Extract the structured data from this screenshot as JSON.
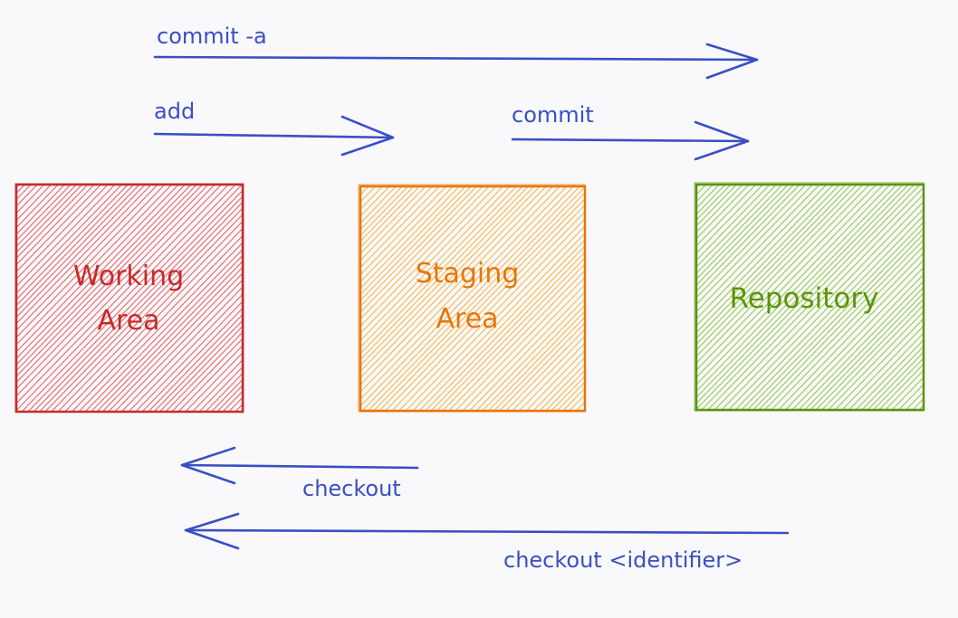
{
  "diagram": {
    "background": "#f9f9fb",
    "arrow_color": "#3a4fc4",
    "areas": [
      {
        "id": "working",
        "lines": [
          "Working",
          "Area"
        ],
        "stroke": "#c92a2a",
        "hatch": "#e8585b"
      },
      {
        "id": "staging",
        "lines": [
          "Staging",
          "Area"
        ],
        "stroke": "#e8760a",
        "hatch": "#f5b23a"
      },
      {
        "id": "repository",
        "lines": [
          "Repository"
        ],
        "stroke": "#5c940d",
        "hatch": "#8cc63f"
      }
    ],
    "arrows": [
      {
        "id": "commit-a",
        "label": "commit -a",
        "from": "working",
        "to": "repository",
        "direction": "right"
      },
      {
        "id": "add",
        "label": "add",
        "from": "working",
        "to": "staging",
        "direction": "right"
      },
      {
        "id": "commit",
        "label": "commit",
        "from": "staging",
        "to": "repository",
        "direction": "right"
      },
      {
        "id": "checkout",
        "label": "checkout",
        "from": "staging",
        "to": "working",
        "direction": "left"
      },
      {
        "id": "checkout-identifier",
        "label": "checkout <identifier>",
        "from": "repository",
        "to": "working",
        "direction": "left"
      }
    ]
  }
}
